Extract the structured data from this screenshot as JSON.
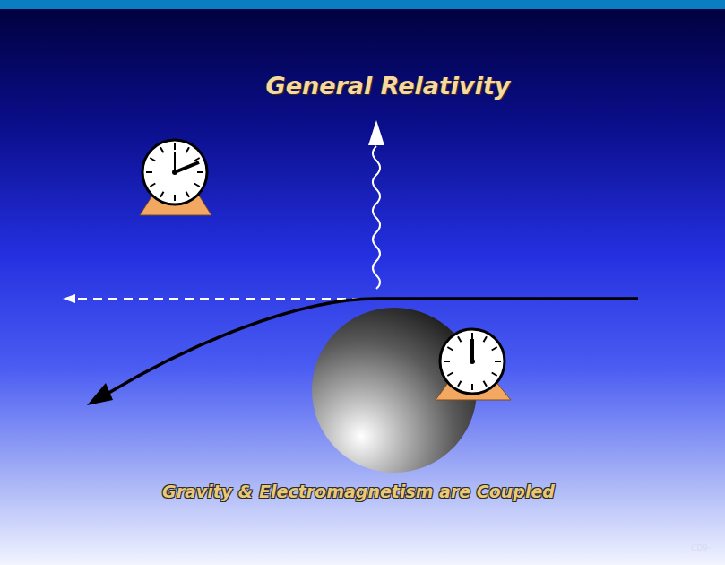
{
  "diagram": {
    "title": "General Relativity",
    "caption": "Gravity & Electromagnetism are Coupled",
    "labels": [
      "CD9-"
    ]
  }
}
